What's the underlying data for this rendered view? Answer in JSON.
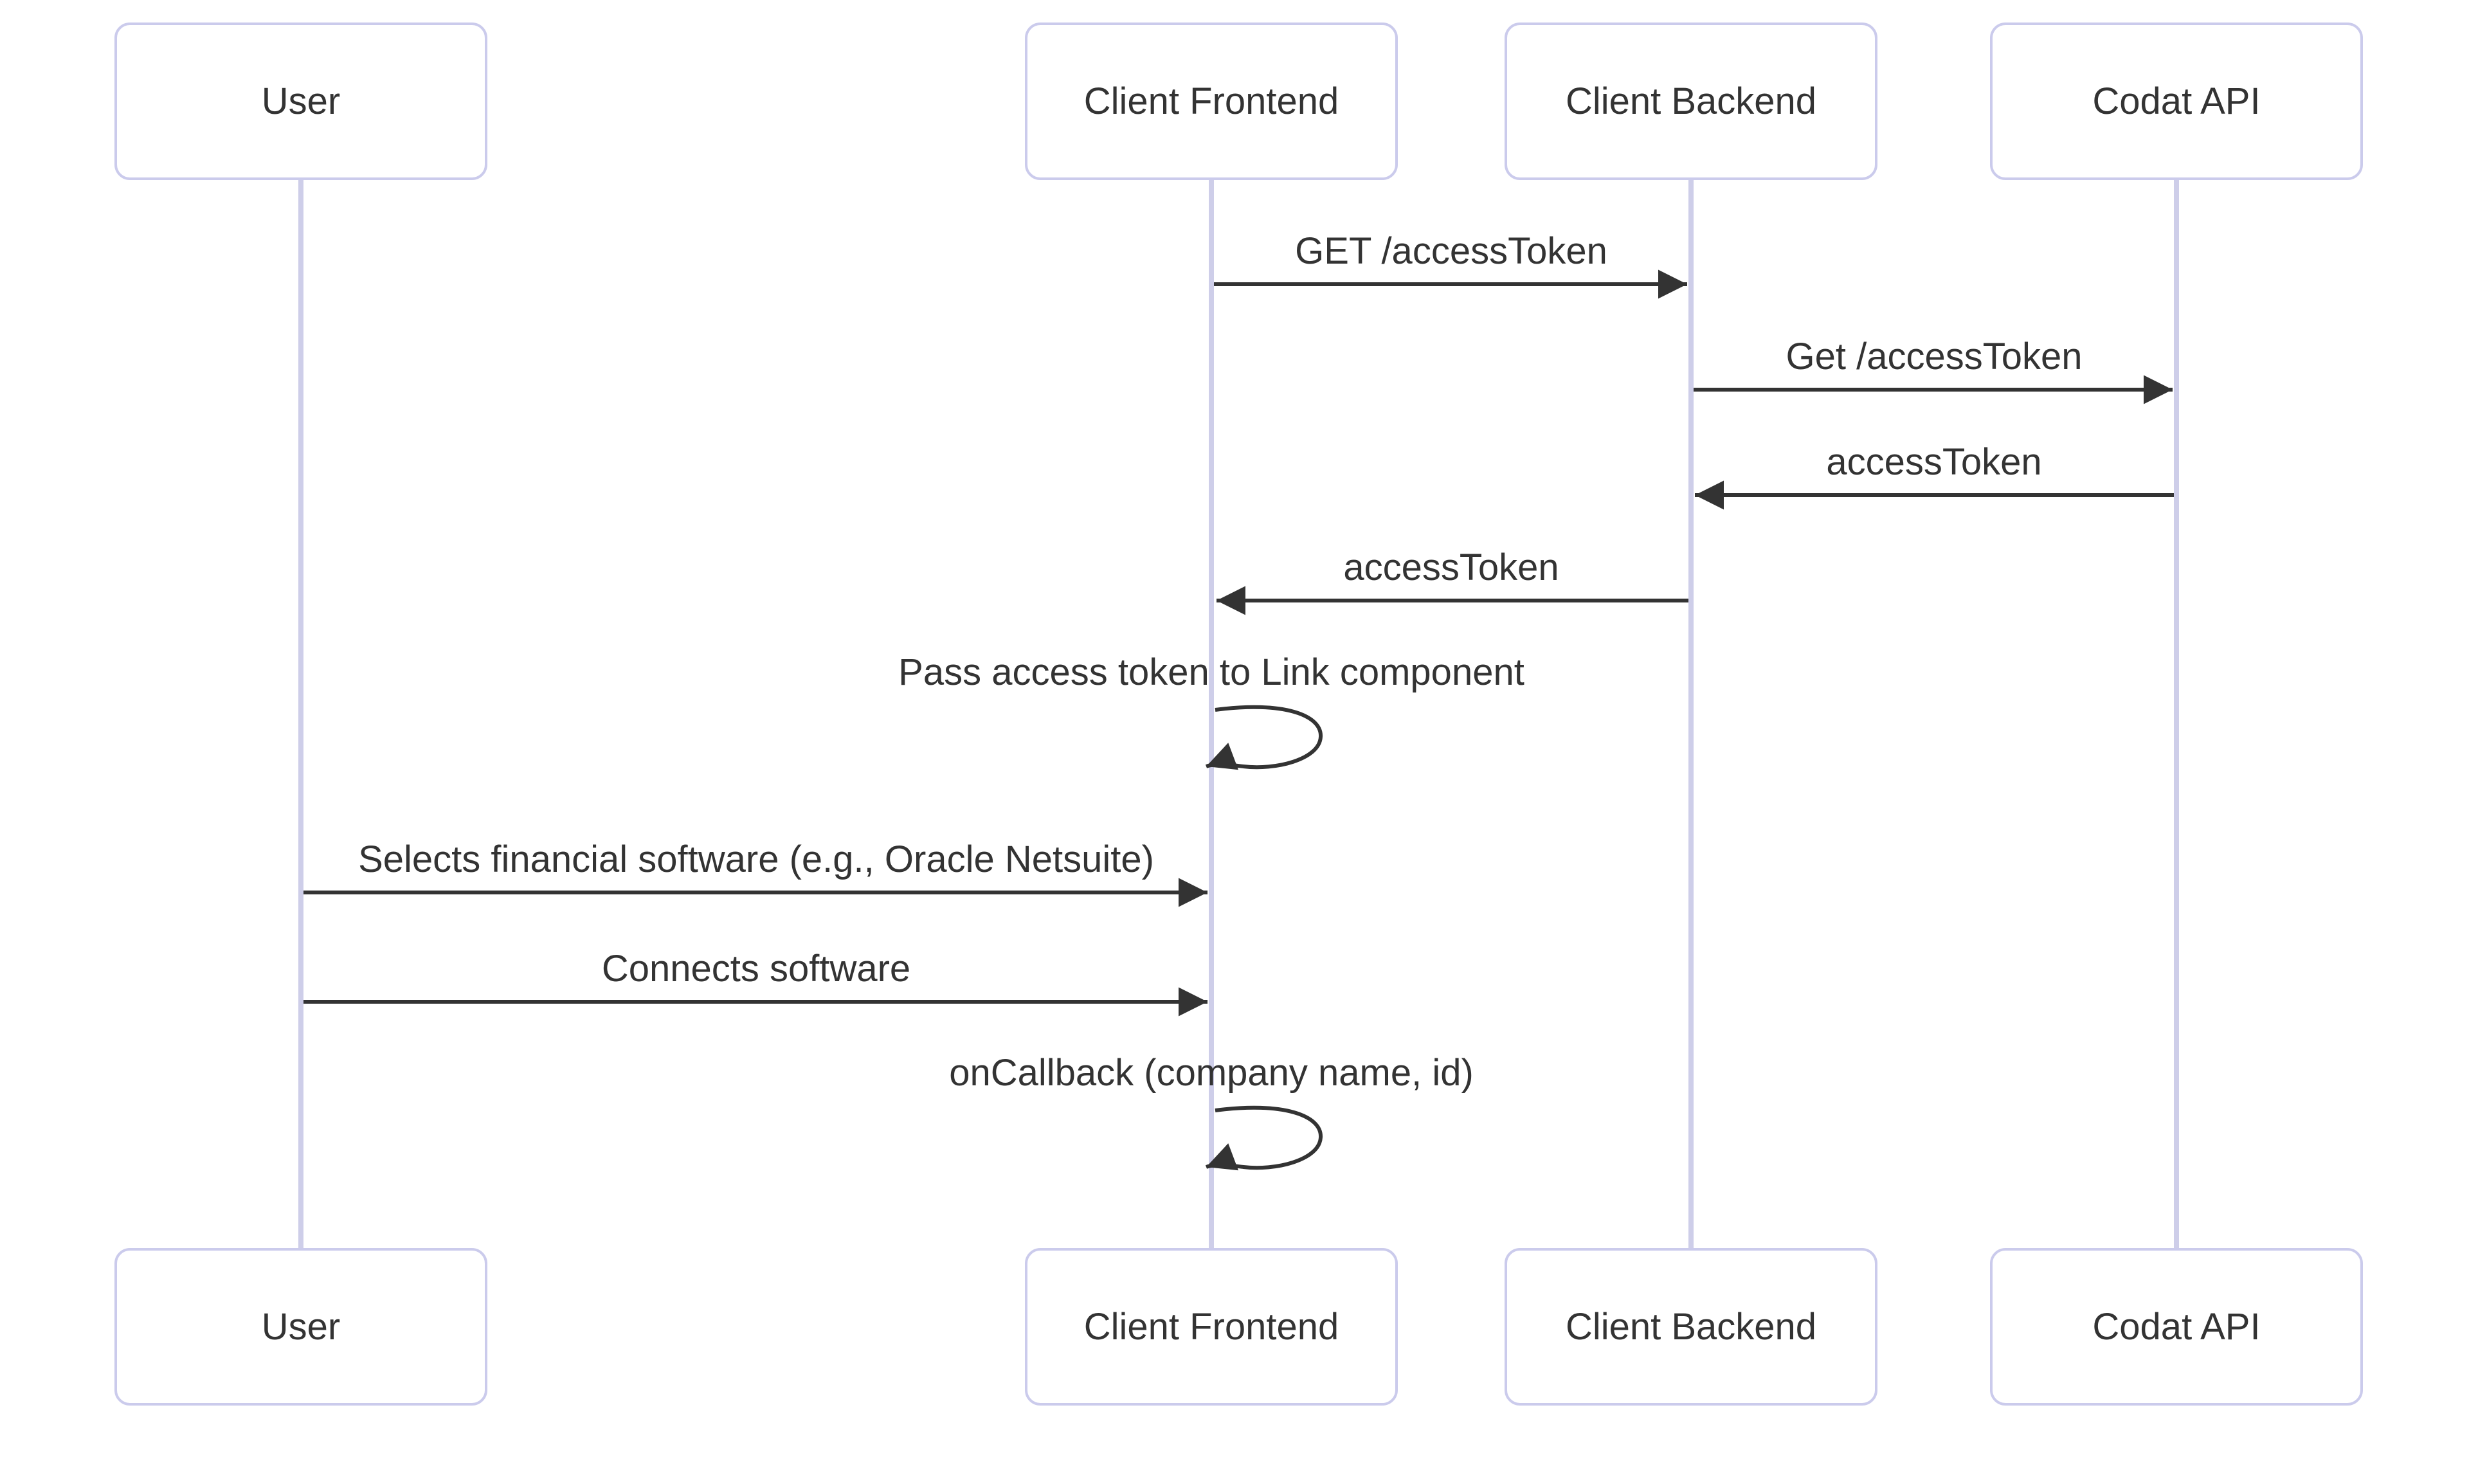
{
  "diagram": {
    "type": "sequence-diagram",
    "actors": [
      {
        "id": "user",
        "label": "User"
      },
      {
        "id": "client-frontend",
        "label": "Client Frontend"
      },
      {
        "id": "client-backend",
        "label": "Client Backend"
      },
      {
        "id": "codat-api",
        "label": "Codat API"
      }
    ],
    "messages": [
      {
        "index": 1,
        "from": "client-frontend",
        "to": "client-backend",
        "label": "GET /accessToken",
        "kind": "solid-arrow"
      },
      {
        "index": 2,
        "from": "client-backend",
        "to": "codat-api",
        "label": "Get /accessToken",
        "kind": "solid-arrow"
      },
      {
        "index": 3,
        "from": "codat-api",
        "to": "client-backend",
        "label": "accessToken",
        "kind": "solid-arrow"
      },
      {
        "index": 4,
        "from": "client-backend",
        "to": "client-frontend",
        "label": "accessToken",
        "kind": "solid-arrow"
      },
      {
        "index": 5,
        "from": "client-frontend",
        "to": "client-frontend",
        "label": "Pass access token to Link component",
        "kind": "self-loop"
      },
      {
        "index": 6,
        "from": "user",
        "to": "client-frontend",
        "label": "Selects financial software (e.g., Oracle Netsuite)",
        "kind": "solid-arrow"
      },
      {
        "index": 7,
        "from": "user",
        "to": "client-frontend",
        "label": "Connects software",
        "kind": "solid-arrow"
      },
      {
        "index": 8,
        "from": "client-frontend",
        "to": "client-frontend",
        "label": "onCallback (company name, id)",
        "kind": "self-loop"
      }
    ]
  },
  "theme": {
    "actor-border": "#cbcbec",
    "actor-fill": "#ffffff",
    "actor-text": "#333333",
    "lifeline": "#cecee9",
    "message-line": "#333333",
    "message-text": "#333333",
    "background": "#ffffff"
  }
}
